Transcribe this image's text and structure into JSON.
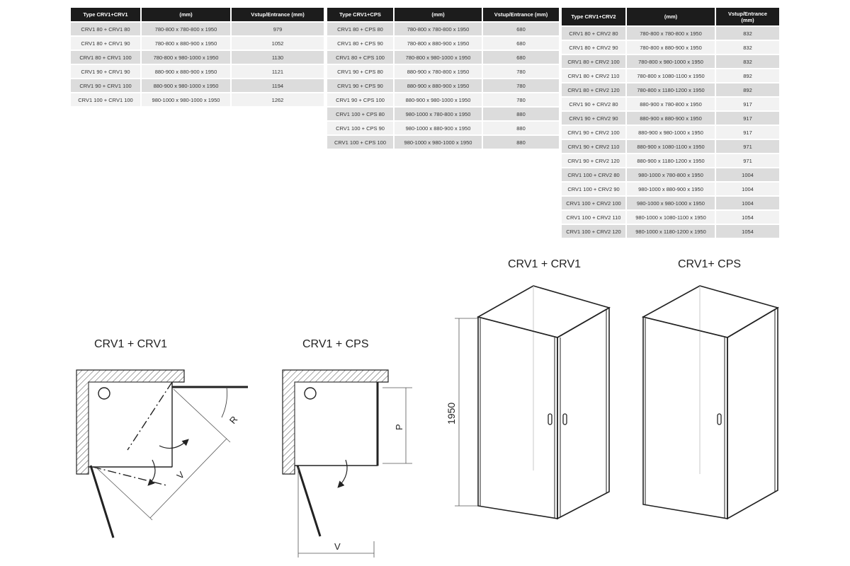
{
  "tables": {
    "crv1": {
      "headers": [
        "Type CRV1+CRV1",
        "(mm)",
        "Vstup/Entrance (mm)"
      ],
      "rows": [
        [
          "CRV1 80 + CRV1 80",
          "780-800 x 780-800 x 1950",
          "979"
        ],
        [
          "CRV1 80 + CRV1 90",
          "780-800 x 880-900 x 1950",
          "1052"
        ],
        [
          "CRV1 80 + CRV1 100",
          "780-800 x 980-1000 x 1950",
          "1130"
        ],
        [
          "CRV1 90 + CRV1 90",
          "880-900 x 880-900 x 1950",
          "1121"
        ],
        [
          "CRV1 90 + CRV1 100",
          "880-900 x 980-1000 x 1950",
          "1194"
        ],
        [
          "CRV1 100 + CRV1 100",
          "980-1000 x 980-1000 x 1950",
          "1262"
        ]
      ]
    },
    "cps": {
      "headers": [
        "Type CRV1+CPS",
        "(mm)",
        "Vstup/Entrance (mm)"
      ],
      "rows": [
        [
          "CRV1 80 + CPS 80",
          "780-800 x 780-800 x 1950",
          "680"
        ],
        [
          "CRV1 80 + CPS 90",
          "780-800 x 880-900 x 1950",
          "680"
        ],
        [
          "CRV1 80 + CPS 100",
          "780-800 x 980-1000 x 1950",
          "680"
        ],
        [
          "CRV1 90 + CPS 80",
          "880-900 x 780-800 x 1950",
          "780"
        ],
        [
          "CRV1 90 + CPS 90",
          "880-900 x 880-900 x 1950",
          "780"
        ],
        [
          "CRV1 90 + CPS 100",
          "880-900 x 980-1000 x 1950",
          "780"
        ],
        [
          "CRV1 100 + CPS 80",
          "980-1000 x 780-800 x 1950",
          "880"
        ],
        [
          "CRV1 100 + CPS 90",
          "980-1000 x 880-900 x 1950",
          "880"
        ],
        [
          "CRV1 100 + CPS 100",
          "980-1000 x 980-1000 x 1950",
          "880"
        ]
      ]
    },
    "crv2": {
      "headers": [
        "Type CRV1+CRV2",
        "(mm)",
        "Vstup/Entrance (mm)"
      ],
      "rows": [
        [
          "CRV1 80 + CRV2 80",
          "780-800 x 780-800 x 1950",
          "832"
        ],
        [
          "CRV1 80 + CRV2 90",
          "780-800 x 880-900 x 1950",
          "832"
        ],
        [
          "CRV1 80 + CRV2 100",
          "780-800 x 980-1000 x 1950",
          "832"
        ],
        [
          "CRV1 80 + CRV2 110",
          "780-800 x 1080-1100 x 1950",
          "892"
        ],
        [
          "CRV1 80 + CRV2 120",
          "780-800 x 1180-1200 x 1950",
          "892"
        ],
        [
          "CRV1 90 + CRV2 80",
          "880-900 x 780-800 x 1950",
          "917"
        ],
        [
          "CRV1 90 + CRV2 90",
          "880-900 x 880-900 x 1950",
          "917"
        ],
        [
          "CRV1 90 + CRV2 100",
          "880-900 x 980-1000 x 1950",
          "917"
        ],
        [
          "CRV1 90 + CRV2 110",
          "880-900 x 1080-1100 x 1950",
          "971"
        ],
        [
          "CRV1 90 + CRV2 120",
          "880-900 x 1180-1200 x 1950",
          "971"
        ],
        [
          "CRV1 100 + CRV2 80",
          "980-1000 x 780-800 x 1950",
          "1004"
        ],
        [
          "CRV1 100 + CRV2 90",
          "980-1000 x 880-900 x 1950",
          "1004"
        ],
        [
          "CRV1 100 + CRV2 100",
          "980-1000 x 980-1000 x 1950",
          "1004"
        ],
        [
          "CRV1 100 + CRV2 110",
          "980-1000 x 1080-1100 x 1950",
          "1054"
        ],
        [
          "CRV1 100 + CRV2 120",
          "980-1000 x 1180-1200 x 1950",
          "1054"
        ]
      ]
    }
  },
  "diagrams": {
    "plan_crv1": {
      "title": "CRV1 + CRV1",
      "label_r": "R",
      "label_v": "V"
    },
    "plan_cps": {
      "title": "CRV1 + CPS",
      "label_p": "P",
      "label_v": "V"
    },
    "persp_crv1": {
      "title": "CRV1 + CRV1",
      "height_label": "1950"
    },
    "persp_cps": {
      "title": "CRV1+ CPS"
    }
  },
  "colors": {
    "header_bg": "#1c1c1c",
    "row_dark": "#dcdcdc",
    "row_light": "#f2f2f2",
    "line": "#222222"
  }
}
